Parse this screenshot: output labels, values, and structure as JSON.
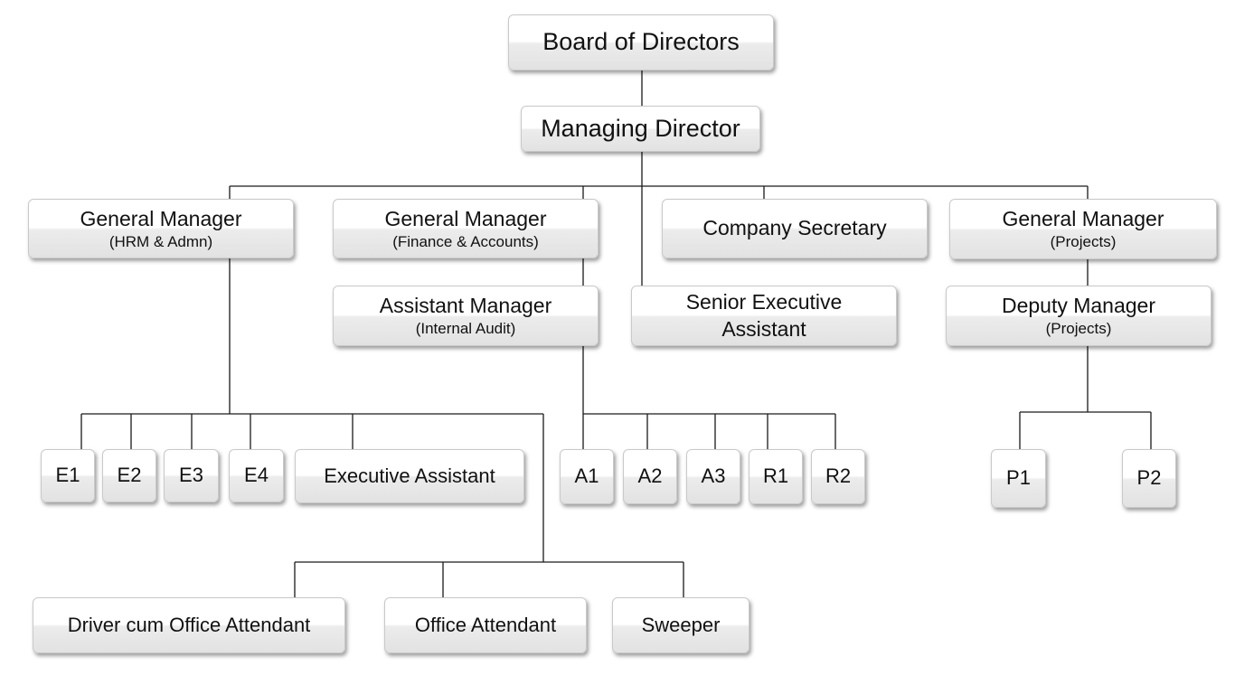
{
  "chart": {
    "board": "Board of Directors",
    "md": "Managing Director",
    "gm_hrm": {
      "title": "General Manager",
      "sub": "(HRM & Admn)"
    },
    "gm_fin": {
      "title": "General Manager",
      "sub": "(Finance & Accounts)"
    },
    "cs": "Company Secretary",
    "gm_proj": {
      "title": "General Manager",
      "sub": "(Projects)"
    },
    "am": {
      "title": "Assistant Manager",
      "sub": "(Internal Audit)"
    },
    "sea": {
      "line1": "Senior Executive",
      "line2": "Assistant"
    },
    "dm": {
      "title": "Deputy Manager",
      "sub": "(Projects)"
    },
    "e1": "E1",
    "e2": "E2",
    "e3": "E3",
    "e4": "E4",
    "ea": "Executive Assistant",
    "a1": "A1",
    "a2": "A2",
    "a3": "A3",
    "r1": "R1",
    "r2": "R2",
    "p1": "P1",
    "p2": "P2",
    "driver": "Driver cum Office Attendant",
    "oa": "Office Attendant",
    "sweeper": "Sweeper"
  }
}
